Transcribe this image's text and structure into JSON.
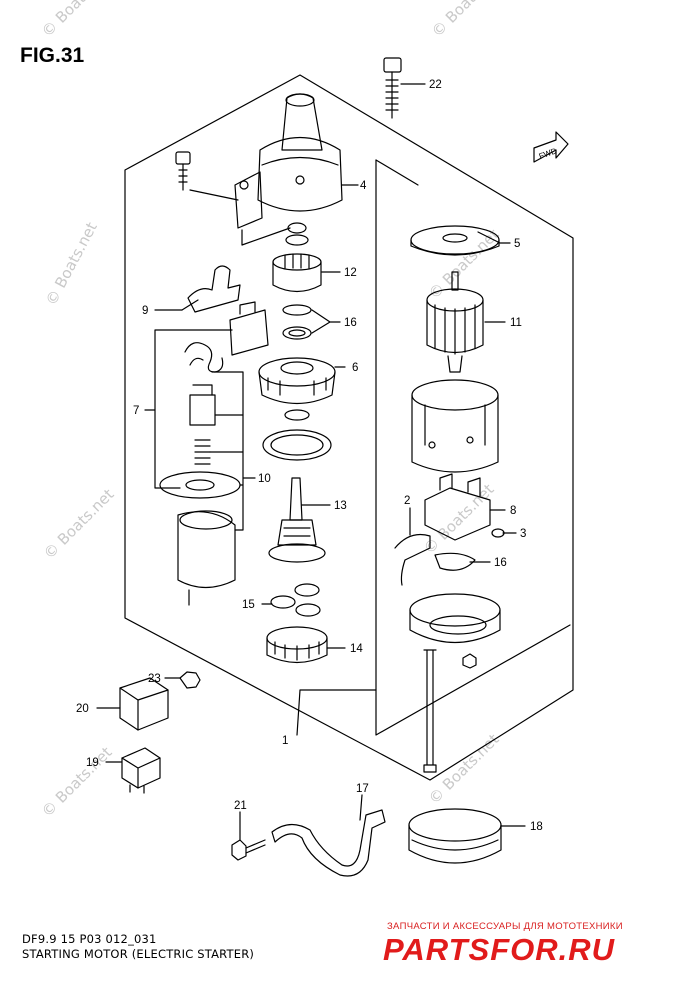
{
  "figure_title": "FIG.31",
  "caption_code": "DF9.9 15 P03 012_031",
  "caption_title": "STARTING MOTOR (ELECTRIC STARTER)",
  "fwd_label": "FWD",
  "watermark_text": "© Boats.net",
  "shop_tagline": "ЗАПЧАСТИ И АКСЕССУАРЫ ДЛЯ МОТОТЕХНИКИ",
  "shop_logo": "PARTSFOR.RU",
  "callouts": {
    "c1": "1",
    "c2": "2",
    "c3": "3",
    "c4": "4",
    "c5": "5",
    "c6": "6",
    "c7": "7",
    "c8": "8",
    "c9": "9",
    "c10": "10",
    "c11": "11",
    "c12": "12",
    "c13": "13",
    "c14": "14",
    "c15": "15",
    "c16a": "16",
    "c16b": "16",
    "c17": "17",
    "c18": "18",
    "c19": "19",
    "c20": "20",
    "c21": "21",
    "c22": "22",
    "c23": "23"
  },
  "colors": {
    "line": "#000000",
    "watermark": "#c9c9c9",
    "shop": "#e11b1b"
  }
}
